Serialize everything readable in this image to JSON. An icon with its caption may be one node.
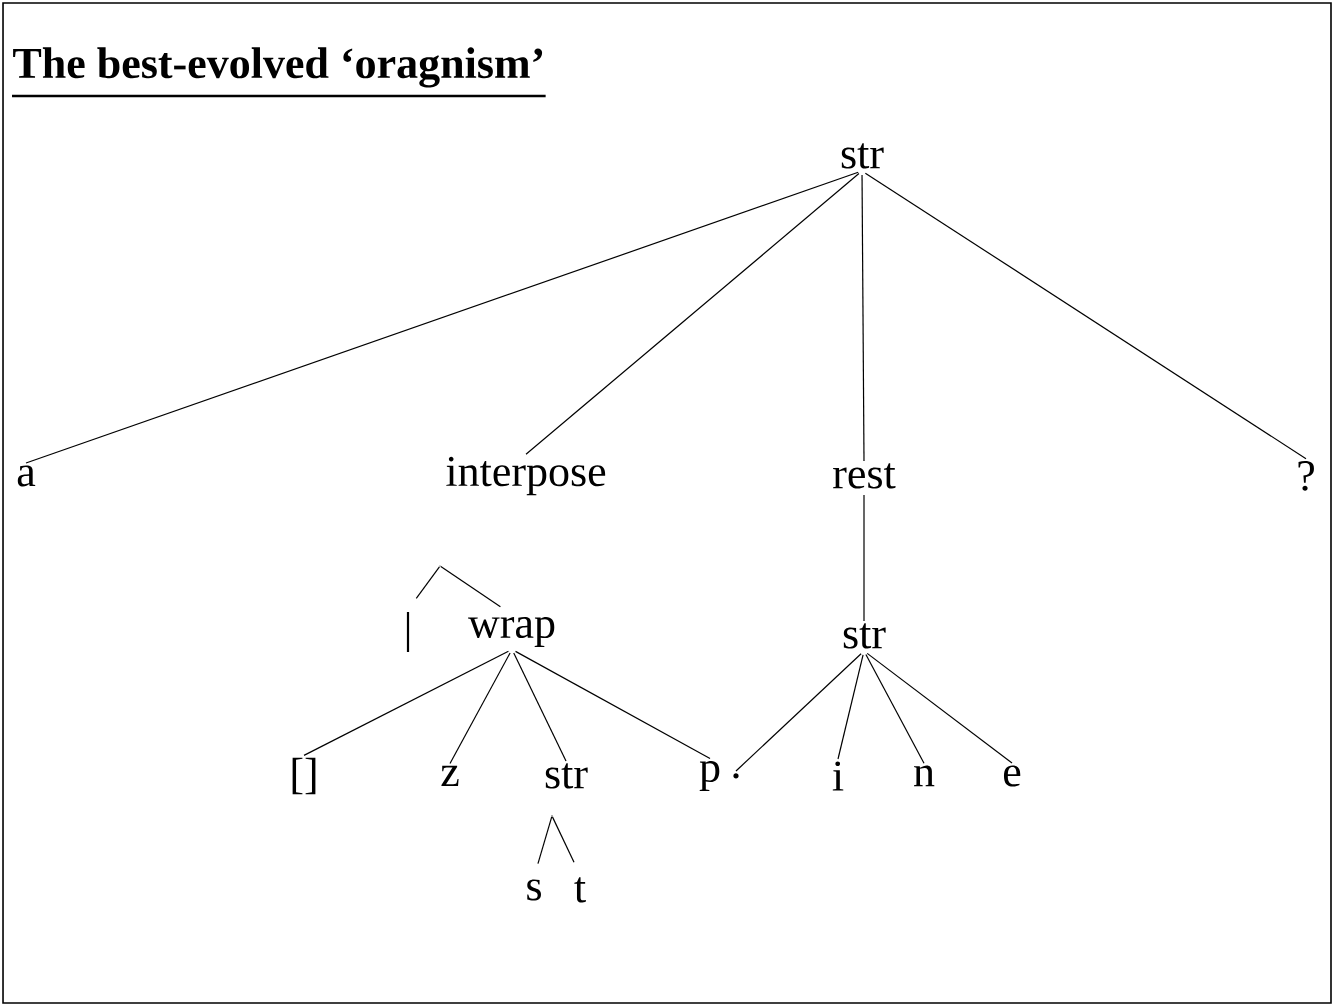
{
  "diagram": {
    "title": "The best-evolved ‘oragnism’",
    "nodes": [
      {
        "text": [
          "str"
        ]
      },
      {
        "text": [
          "a"
        ]
      },
      {
        "text": [
          "interpose"
        ]
      },
      {
        "text": [
          "rest"
        ]
      },
      {
        "text": [
          "?"
        ]
      },
      {
        "text": [],
        "shape": "point"
      },
      {
        "text": [
          "|"
        ]
      },
      {
        "text": [
          "wrap"
        ]
      },
      {
        "text": [
          "str"
        ]
      },
      {
        "text": [
          "[]"
        ]
      },
      {
        "text": [
          "z"
        ]
      },
      {
        "text": [
          "str"
        ]
      },
      {
        "text": [
          "p"
        ]
      },
      {
        "text": [
          "."
        ]
      },
      {
        "text": [
          "i"
        ]
      },
      {
        "text": [
          "n"
        ]
      },
      {
        "text": [
          "e"
        ]
      },
      {
        "text": [],
        "shape": "point"
      },
      {
        "text": [
          "s"
        ]
      },
      {
        "text": [
          "t"
        ]
      }
    ],
    "edges": [
      {
        "from": 0,
        "to": 1,
        "arrow": "none"
      },
      {
        "from": 0,
        "to": 2,
        "arrow": "none"
      },
      {
        "from": 0,
        "to": 3,
        "arrow": "none"
      },
      {
        "from": 0,
        "to": 4,
        "arrow": "none"
      },
      {
        "from": 3,
        "to": 8,
        "arrow": "none"
      },
      {
        "from": 5,
        "to": 6,
        "arrow": "none"
      },
      {
        "from": 5,
        "to": 7,
        "arrow": "none"
      },
      {
        "from": 7,
        "to": 9,
        "arrow": "none"
      },
      {
        "from": 7,
        "to": 10,
        "arrow": "none"
      },
      {
        "from": 7,
        "to": 11,
        "arrow": "none"
      },
      {
        "from": 7,
        "to": 12,
        "arrow": "none"
      },
      {
        "from": 8,
        "to": 13,
        "arrow": "none"
      },
      {
        "from": 8,
        "to": 14,
        "arrow": "none"
      },
      {
        "from": 8,
        "to": 15,
        "arrow": "none"
      },
      {
        "from": 8,
        "to": 16,
        "arrow": "none"
      },
      {
        "from": 17,
        "to": 18,
        "arrow": "none"
      },
      {
        "from": 17,
        "to": 19,
        "arrow": "none"
      }
    ]
  }
}
